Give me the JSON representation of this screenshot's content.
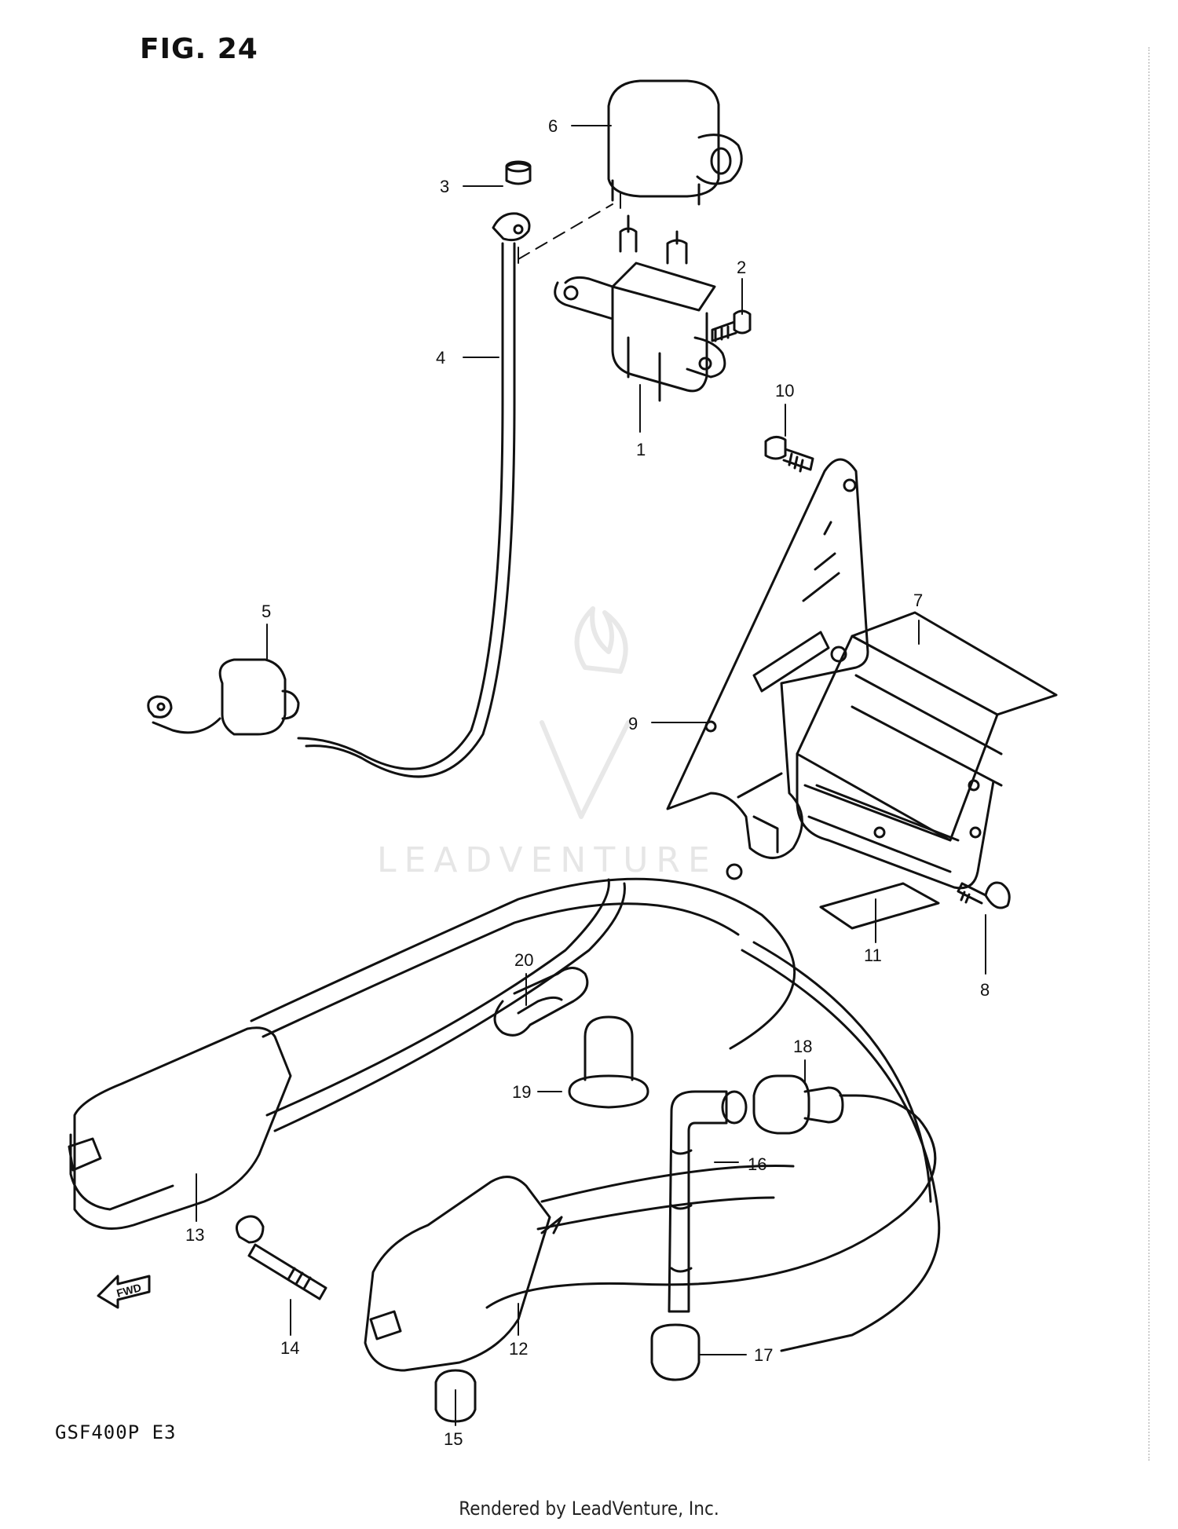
{
  "figure": {
    "title": "FIG. 24",
    "model_code": "GSF400P  E3",
    "footer": "Rendered by LeadVenture, Inc.",
    "watermark": "LEADVENTURE",
    "fwd_arrow_label": "FWD"
  },
  "callouts": [
    "1",
    "2",
    "3",
    "4",
    "5",
    "6",
    "7",
    "8",
    "9",
    "10",
    "11",
    "12",
    "13",
    "14",
    "15",
    "16",
    "17",
    "18",
    "19",
    "20"
  ]
}
